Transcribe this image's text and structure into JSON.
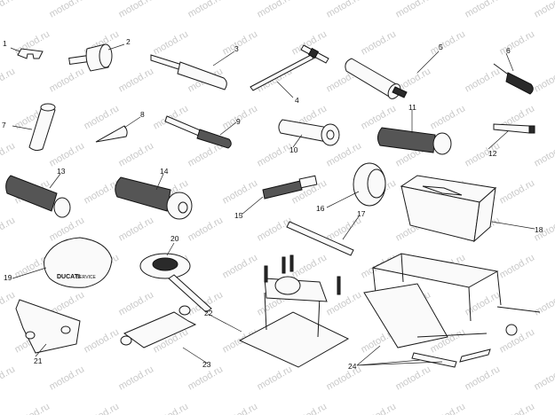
{
  "watermark": "motod.ru",
  "labels": [
    "1",
    "2",
    "3",
    "4",
    "5",
    "6",
    "7",
    "8",
    "9",
    "10",
    "11",
    "12",
    "13",
    "14",
    "15",
    "16",
    "17",
    "18",
    "19",
    "20",
    "21",
    "22",
    "23",
    "24"
  ],
  "logo_text": {
    "brand": "DUCATI",
    "sub": "SERVICE"
  }
}
